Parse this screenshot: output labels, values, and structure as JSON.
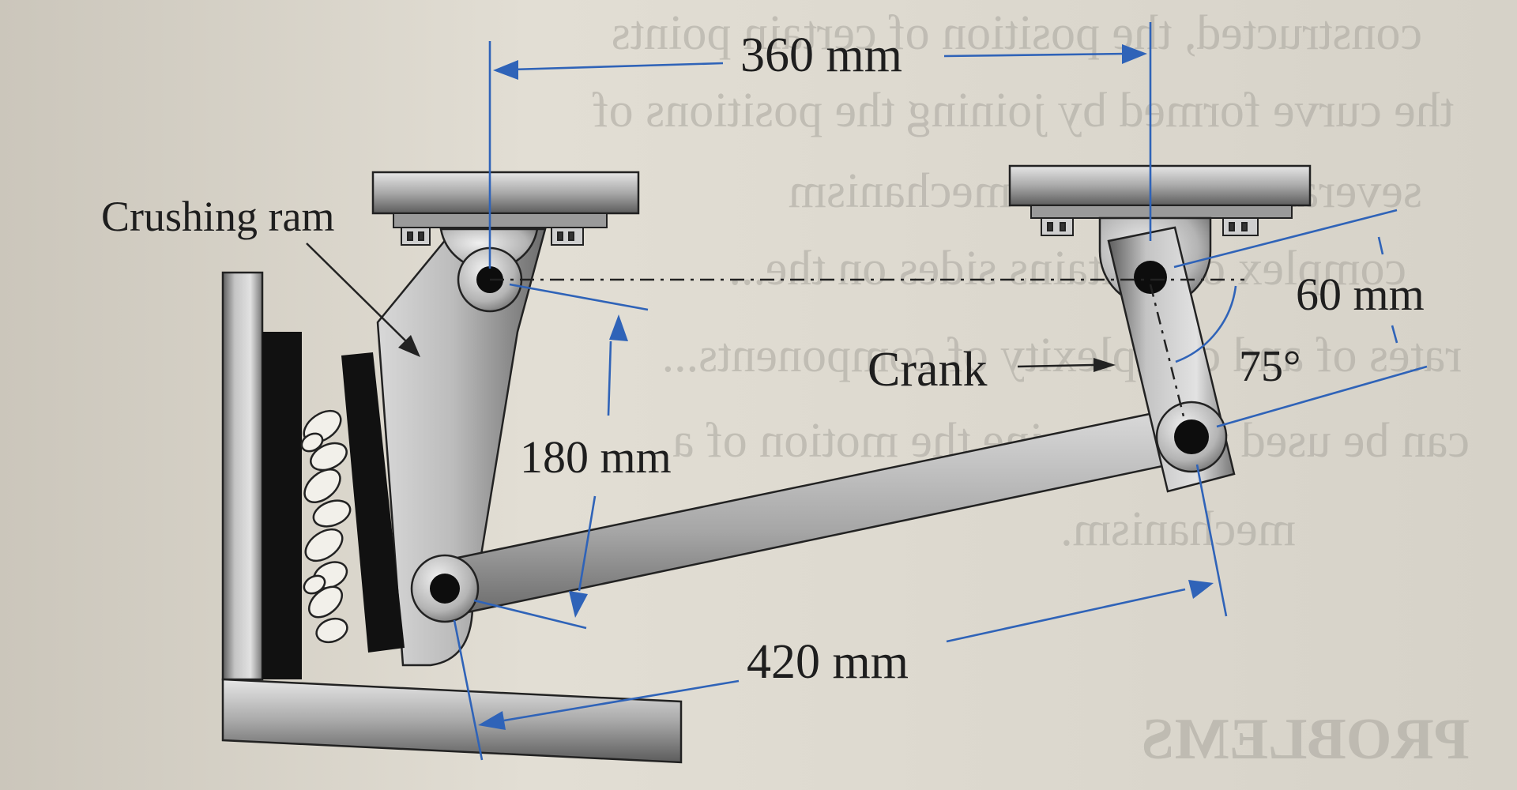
{
  "figure": {
    "labels": {
      "crushing_ram": "Crushing ram",
      "crank": "Crank"
    },
    "dimensions": {
      "pivot_spacing": "360 mm",
      "ram_link_length": "180 mm",
      "coupler_length": "420 mm",
      "crank_length": "60 mm",
      "crank_angle": "75°"
    },
    "bleed_through_text": [
      "constructed, the position of certain points",
      "the curve formed by joining the positions of",
      "several places of the mechanism",
      "complex or contains sides on the...",
      "rates of and complexity of components...",
      "can be used to determine the motion of a",
      "mechanism.",
      "PROBLEMS"
    ],
    "colors": {
      "dimension_lines": "#2f63b8",
      "steel_light": "#c9c9c9",
      "steel_dark": "#5d5d5d",
      "jaw_plate": "#111111",
      "paper": "#ddd9cf"
    }
  }
}
